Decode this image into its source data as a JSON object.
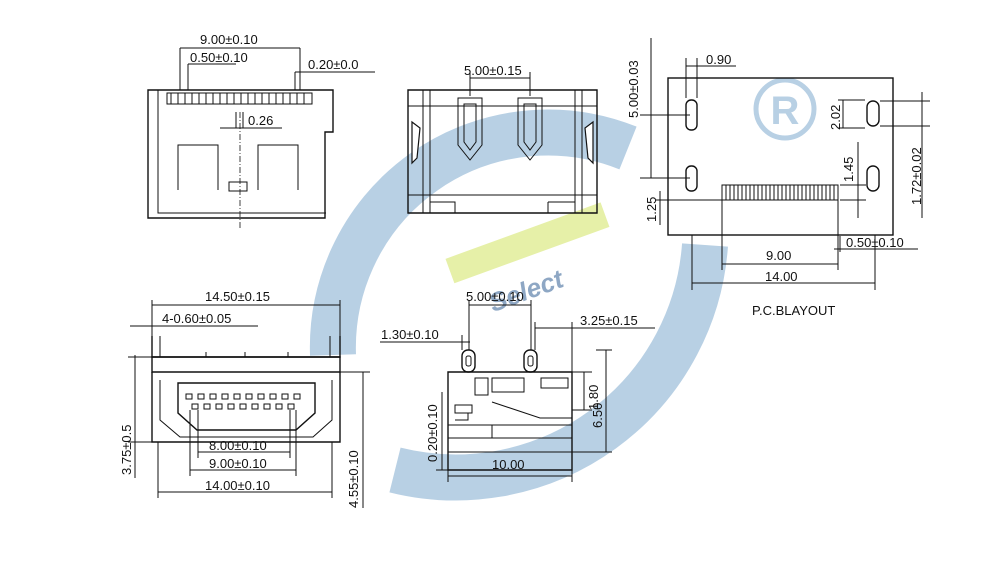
{
  "watermark": {
    "text": "Select",
    "registered_mark": "R",
    "color": "#b8d0e4",
    "band_color": "#e6f0a8",
    "text_color": "#8ea7c4"
  },
  "views": {
    "top_view": {
      "dim_overall": "9.00±0.10",
      "dim_pitch": "0.50±0.10",
      "dim_offset": "0.20±0.0",
      "dim_pin": "0.26"
    },
    "front_view": {
      "dim_width": "5.00±0.15"
    },
    "pcb_layout": {
      "dim_vertical": "5.00±0.03",
      "dim_slot_width": "0.90",
      "dim_slot_height": "2.02",
      "dim_slot_small": "1.72±0.02",
      "dim_pad_row": "1.45",
      "dim_left": "1.25",
      "dim_pad_span": "9.00",
      "dim_pitch": "0.50±0.10",
      "dim_total": "14.00",
      "caption": "P.C.BLAYOUT"
    },
    "mating_view": {
      "dim_overall": "14.50±0.15",
      "dim_tab": "4-0.60±0.05",
      "dim_height": "3.75±0.5",
      "dim_pins_inner": "8.00±0.10",
      "dim_pins_outer": "9.00±0.10",
      "dim_body": "14.00±0.10",
      "dim_total_h": "4.55±0.10"
    },
    "side_view": {
      "dim_top": "5.00±0.10",
      "dim_left": "1.30±0.10",
      "dim_right": "3.25±0.15",
      "dim_h1": "1.80",
      "dim_h2": "6.50",
      "dim_thickness": "0.20±0.10",
      "dim_length": "10.00"
    }
  }
}
